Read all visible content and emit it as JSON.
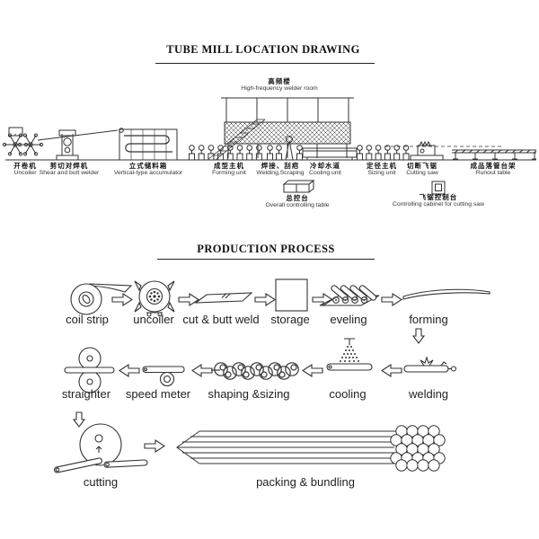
{
  "top": {
    "title": "TUBE MILL LOCATION DRAWING",
    "room": {
      "zh": "高频楼",
      "en": "High-frequency welder room"
    },
    "stations": [
      {
        "zh": "开卷机",
        "en": "Uncoiler"
      },
      {
        "zh": "剪切对焊机",
        "en": "Shear and butt welder"
      },
      {
        "zh": "立式储料箱",
        "en": "Vertical-type accumulator"
      },
      {
        "zh": "成型主机",
        "en": "Forming unit"
      },
      {
        "zh": "焊接、刮疤",
        "en": "Welding,Scraping"
      },
      {
        "zh": "冷却水道",
        "en": "Cooling unit"
      },
      {
        "zh": "定径主机",
        "en": "Sizing unit"
      },
      {
        "zh": "切断飞锯",
        "en": "Cutting saw"
      },
      {
        "zh": "成品落管台架",
        "en": "Runout table"
      }
    ],
    "controls": [
      {
        "zh": "总控台",
        "en": "Overall controlling table"
      },
      {
        "zh": "飞锯控制台",
        "en": "Controlling cabinet for cutting saw"
      }
    ]
  },
  "process": {
    "title": "PRODUCTION PROCESS",
    "row1": [
      "coil strip",
      "uncoiler",
      "cut & butt weld",
      "storage",
      "eveling",
      "forming"
    ],
    "row2": [
      "straighter",
      "speed meter",
      "shaping &sizing",
      "cooling",
      "welding"
    ],
    "row3": [
      "cutting",
      "packing & bundling"
    ]
  },
  "colors": {
    "ink": "#333333",
    "background": "#ffffff"
  }
}
